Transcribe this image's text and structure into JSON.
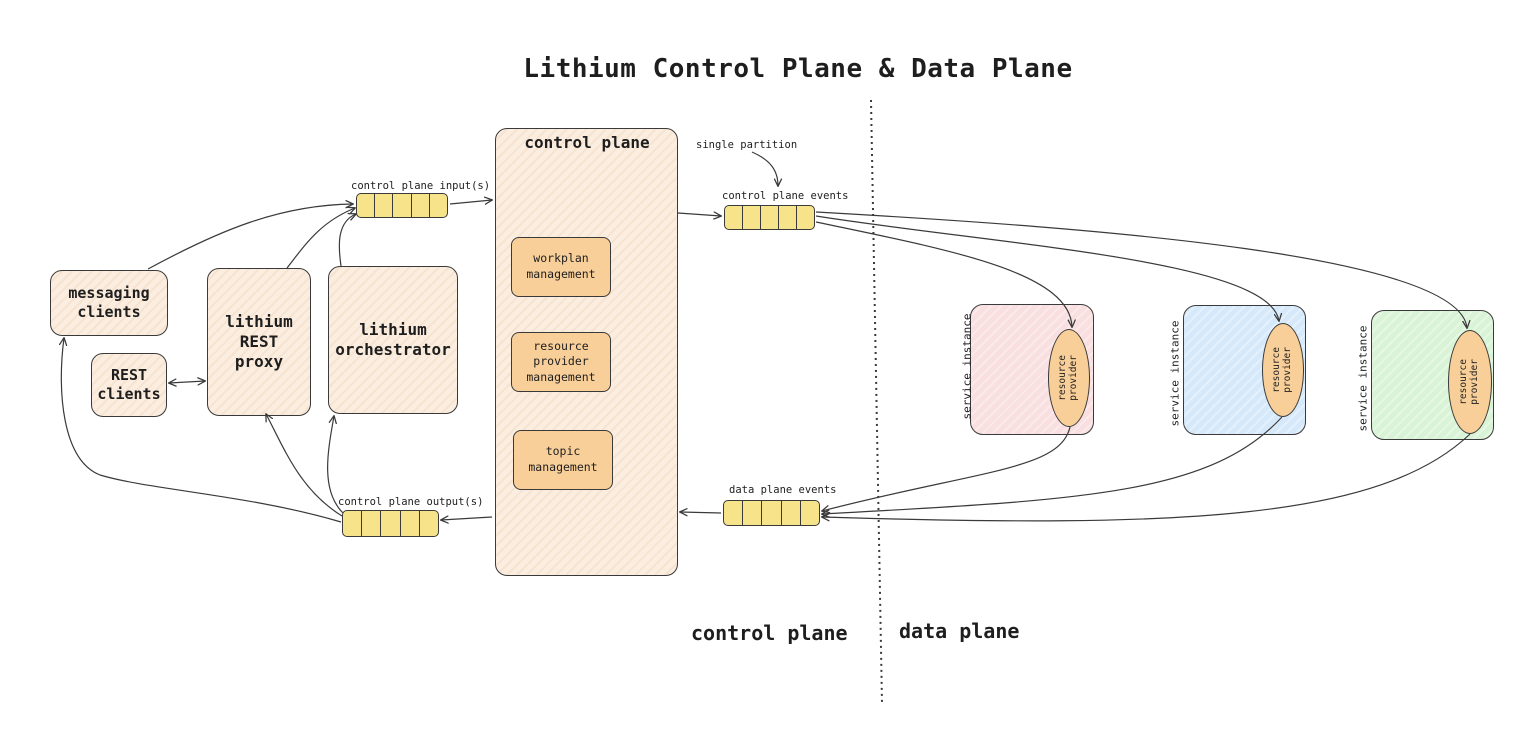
{
  "title": "Lithium Control Plane & Data Plane",
  "nodes": {
    "messaging_clients": "messaging\nclients",
    "rest_clients": "REST\nclients",
    "rest_proxy": "lithium\nREST\nproxy",
    "orchestrator": "lithium\norchestrator",
    "control_plane": "control plane",
    "workplan": "workplan\nmanagement",
    "resource_provider_mgmt": "resource\nprovider\nmanagement",
    "topic_mgmt": "topic\nmanagement"
  },
  "queues": {
    "cp_inputs": "control plane input(s)",
    "cp_outputs": "control plane output(s)",
    "cp_events": "control plane events",
    "dp_events": "data plane events"
  },
  "annotation": "single partition",
  "service_instances": [
    {
      "label": "service instance",
      "provider": "resource\nprovider",
      "color": "#f9dfe0"
    },
    {
      "label": "service instance",
      "provider": "resource\nprovider",
      "color": "#d6e9fb"
    },
    {
      "label": "service instance",
      "provider": "resource\nprovider",
      "color": "#d9f3d6"
    }
  ],
  "planes": {
    "control": "control plane",
    "data": "data plane"
  },
  "colors": {
    "box_fill": "#fbeee0",
    "inner_fill": "#f8cf99",
    "queue_fill": "#f7e48a",
    "stroke": "#3a3a3a"
  }
}
